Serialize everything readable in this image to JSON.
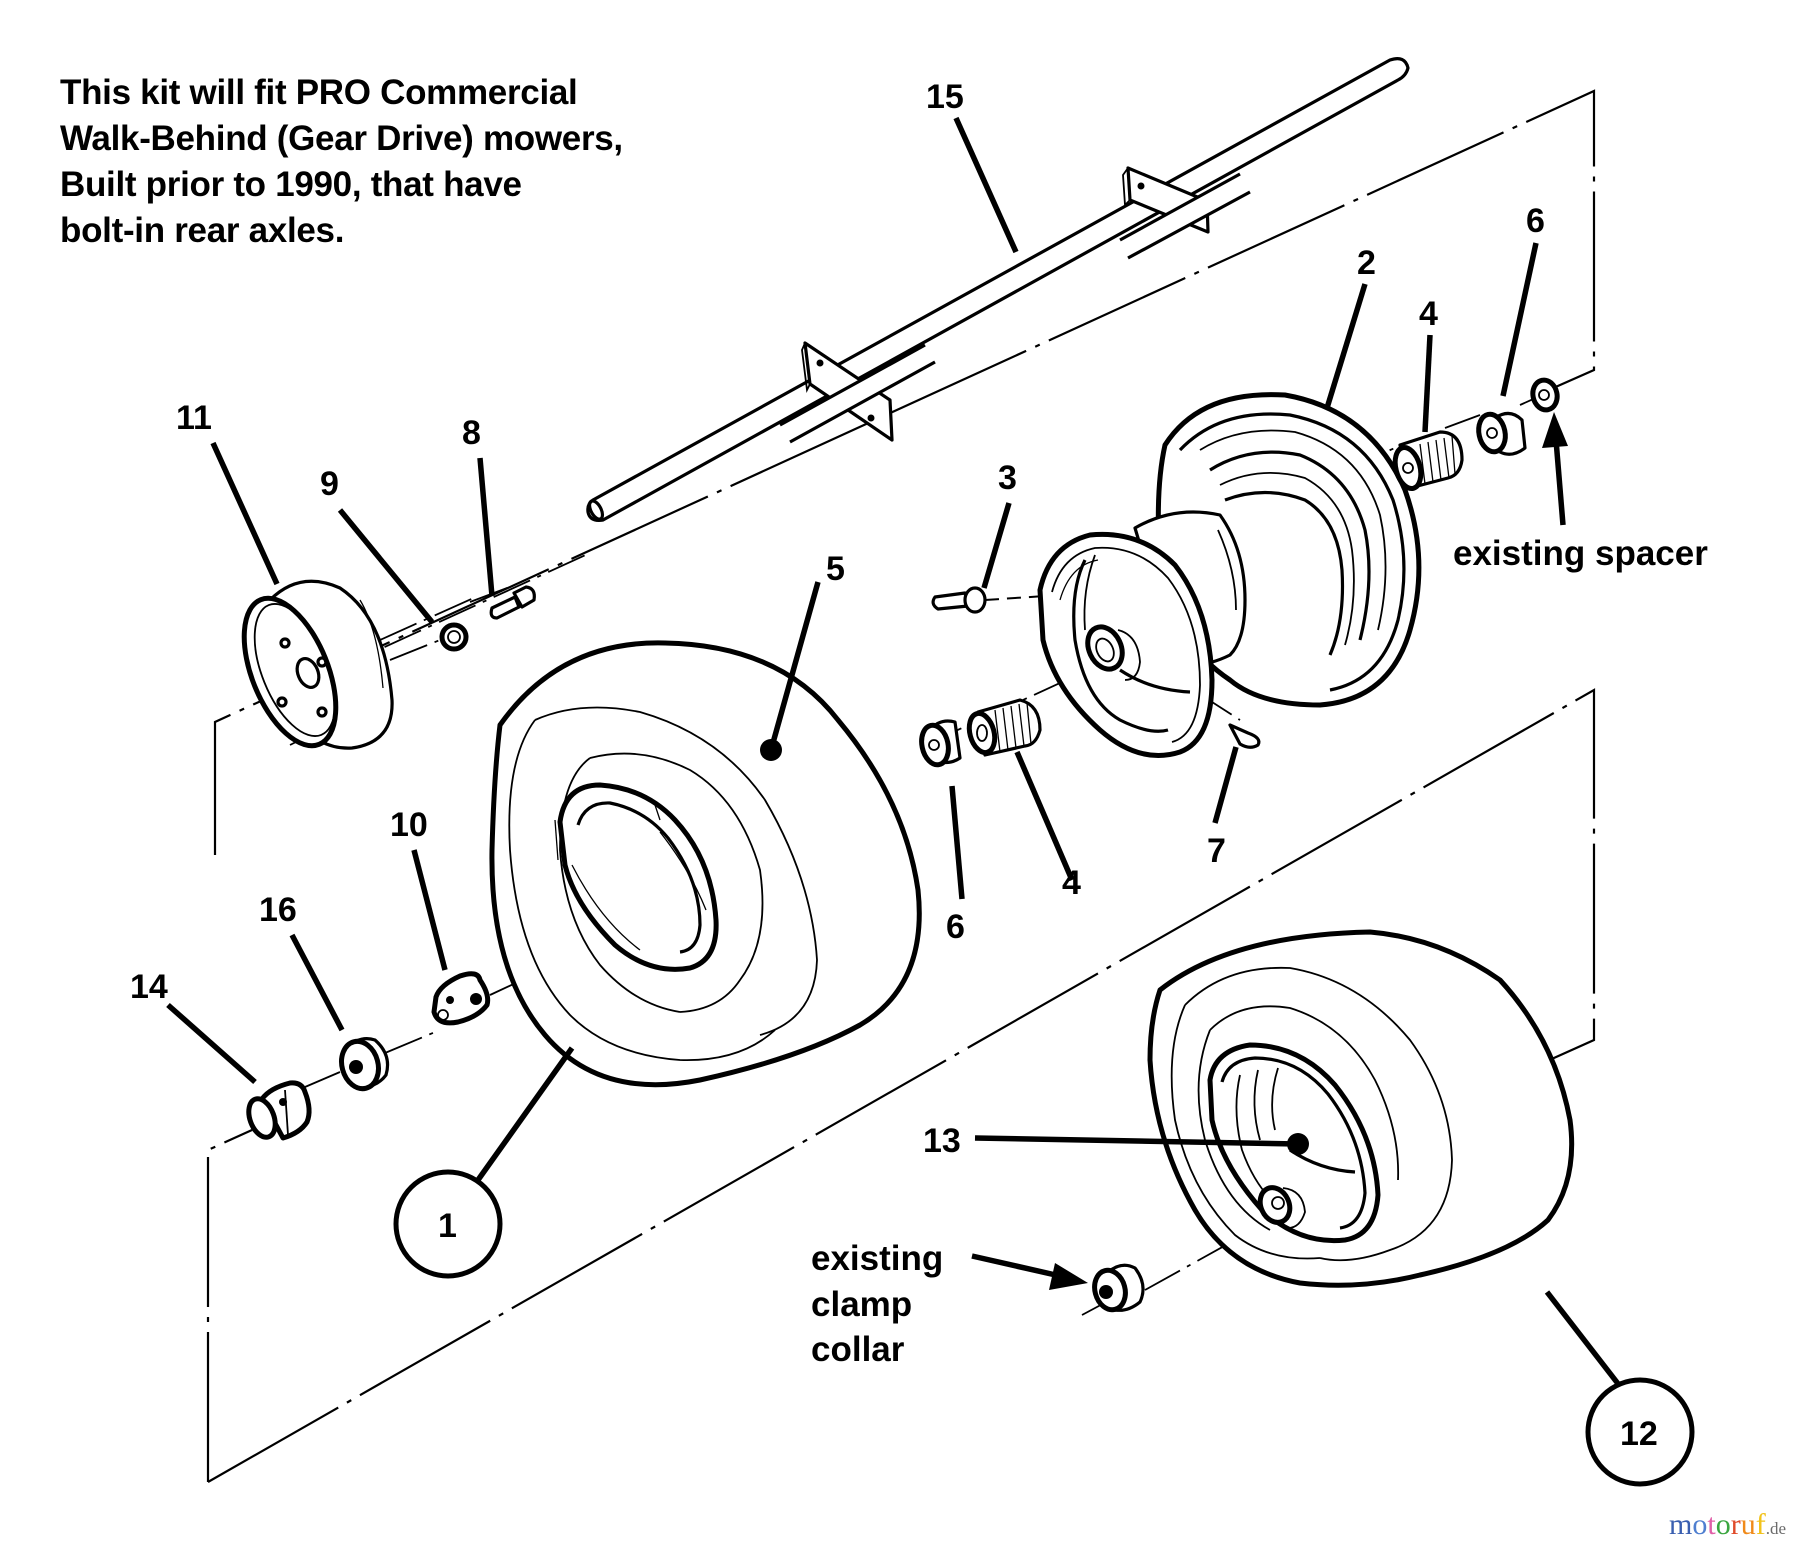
{
  "note": {
    "lines": [
      "This kit will fit PRO Commercial",
      "Walk-Behind (Gear Drive) mowers,",
      "Built prior to 1990, that have",
      "bolt-in rear axles."
    ]
  },
  "callouts": {
    "axle": "15",
    "rim": "2",
    "bearing_upper": "4",
    "spacer_upper": "6",
    "valve_stem": "3",
    "tire": "5",
    "hub_cap": "11",
    "nut": "9",
    "bolt": "8",
    "bearing_lower": "4",
    "spacer_lower": "6",
    "rim_screw": "7",
    "bushing": "10",
    "washer": "16",
    "cap": "14",
    "wheel_assembly_existing": "13",
    "assembly_1": "1",
    "assembly_12": "12"
  },
  "annotations": {
    "existing_spacer": "existing spacer",
    "existing_clamp_collar": [
      "existing",
      "clamp",
      "collar"
    ]
  },
  "watermark": {
    "letters": [
      {
        "ch": "m",
        "color": "#3a5fb0"
      },
      {
        "ch": "o",
        "color": "#4f7fd0"
      },
      {
        "ch": "t",
        "color": "#e060a8"
      },
      {
        "ch": "o",
        "color": "#3aa640"
      },
      {
        "ch": "r",
        "color": "#e04a2a"
      },
      {
        "ch": "u",
        "color": "#f08a1a"
      },
      {
        "ch": "f",
        "color": "#f2c21a"
      }
    ],
    "suffix": ".de"
  }
}
